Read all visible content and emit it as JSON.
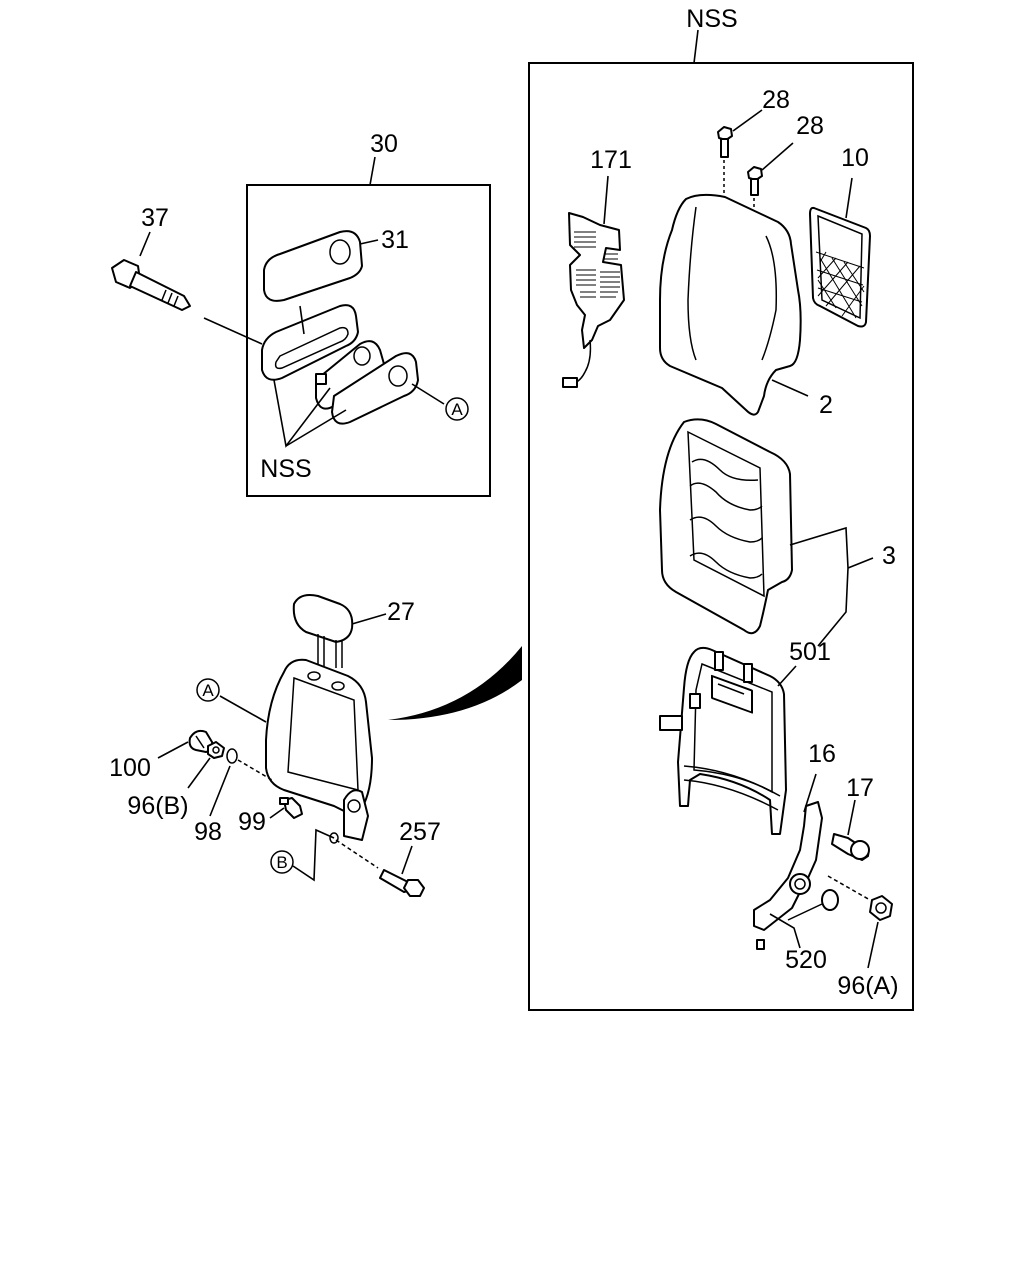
{
  "labels": {
    "nss_top": "NSS",
    "p30": "30",
    "p37": "37",
    "p31": "31",
    "a_small": "A",
    "nss_small": "NSS",
    "p28a": "28",
    "p28b": "28",
    "p171": "171",
    "p10": "10",
    "p2": "2",
    "p3": "3",
    "p501": "501",
    "p27": "27",
    "a_main": "A",
    "p100": "100",
    "p96b": "96(B)",
    "p98": "98",
    "p99": "99",
    "p257": "257",
    "b_main": "B",
    "p16": "16",
    "p17": "17",
    "p520": "520",
    "p96a": "96(A)"
  },
  "colors": {
    "line": "#000000",
    "background": "#ffffff"
  }
}
